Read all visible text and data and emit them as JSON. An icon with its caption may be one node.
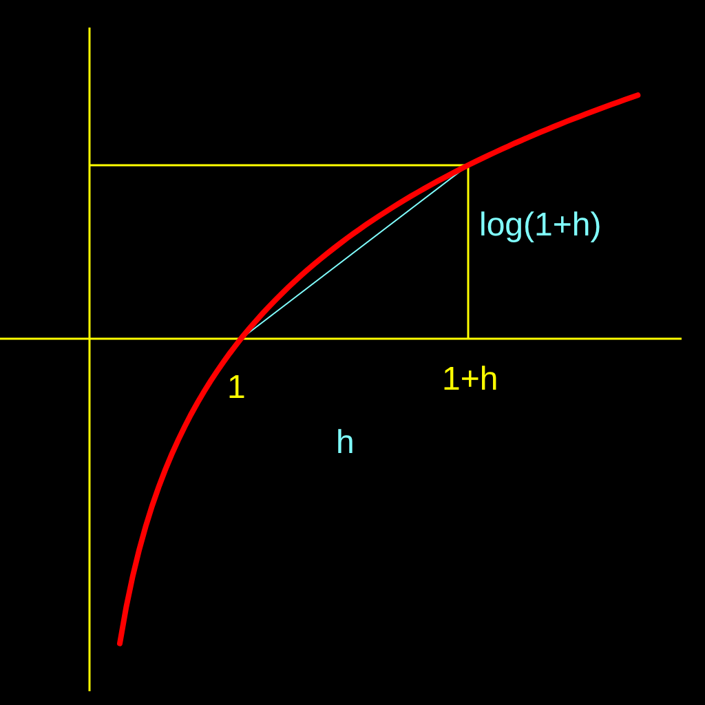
{
  "diagram": {
    "labels": [
      "log(1+h)",
      "1",
      "1+h",
      "h"
    ]
  }
}
